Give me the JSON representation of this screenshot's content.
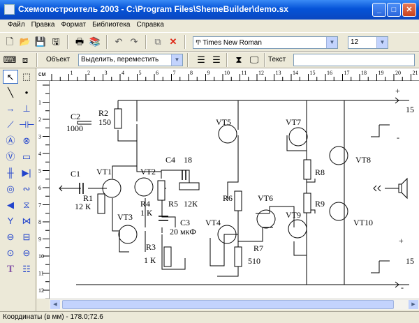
{
  "window": {
    "title": "Схемопостроитель 2003 - C:\\Program Files\\ShemeBuilder\\demo.sx"
  },
  "menu": [
    "Файл",
    "Правка",
    "Формат",
    "Библиотека",
    "Справка"
  ],
  "format_toolbar": {
    "font_name": "Times New Roman",
    "font_size": "12"
  },
  "object_toolbar": {
    "object_label": "Объект",
    "mode_value": "Выделить, переместить",
    "text_label": "Текст",
    "text_value": ""
  },
  "ruler": {
    "unit": "см",
    "top_ticks": [
      "1",
      "2",
      "3",
      "4",
      "5",
      "6",
      "7",
      "8",
      "9",
      "10",
      "11",
      "12",
      "13",
      "14",
      "15",
      "16",
      "17",
      "18",
      "19",
      "20",
      "21"
    ],
    "left_ticks": [
      "1",
      "2",
      "3",
      "4",
      "5",
      "6",
      "7",
      "8",
      "9",
      "10",
      "11",
      "12"
    ]
  },
  "schematic": {
    "labels": {
      "plus_top": "+",
      "v15_top": "15",
      "minus_top": "-",
      "plus_bottom": "+",
      "v15_bottom": "15",
      "minus_bottom": "-",
      "c2": "C2",
      "c2_val": "1000",
      "r2": "R2",
      "r2_val": "150",
      "c1": "C1",
      "vt1": "VT1",
      "r1": "R1",
      "r1_val": "12 К",
      "vt2": "VT2",
      "c4": "C4",
      "c4_val": "18",
      "r4": "R4",
      "r4_val": "1 К",
      "r5": "R5",
      "r5_val": "12К",
      "c3": "C3",
      "c3_val": "20 мкФ",
      "vt3": "VT3",
      "r3": "R3",
      "r3_val": "1 К",
      "vt4": "VT4",
      "r6": "R6",
      "r7": "R7",
      "r7_val": "510",
      "vt5": "VT5",
      "vt6": "VT6",
      "vt7": "VT7",
      "vt8": "VT8",
      "vt9": "VT9",
      "vt10": "VT10",
      "r8": "R8",
      "r9": "R9"
    }
  },
  "status": {
    "coords": "Координаты (в мм) - 178.0;72.6"
  }
}
